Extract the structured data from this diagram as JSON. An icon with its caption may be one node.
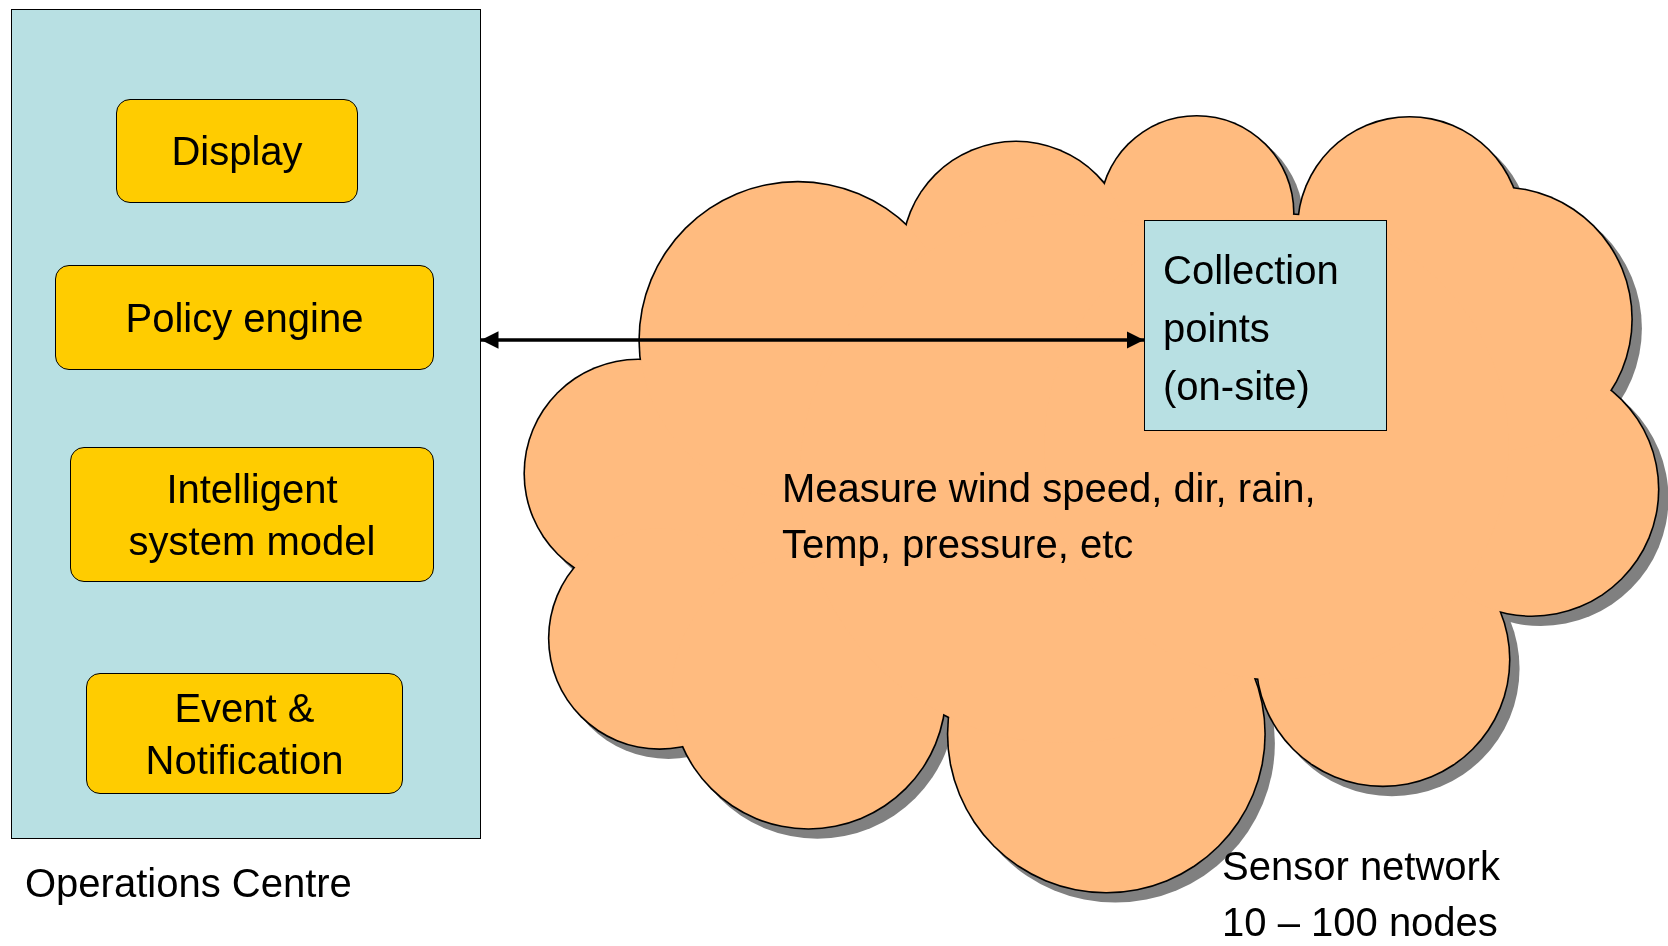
{
  "diagram": {
    "nodes": [
      {
        "text": [
          "Operations Centre"
        ]
      },
      {
        "text": [
          "Display"
        ],
        "in": 0
      },
      {
        "text": [
          "Policy engine"
        ],
        "in": 0
      },
      {
        "text": [
          "Intelligent system model"
        ],
        "in": 0
      },
      {
        "text": [
          "Event & Notification"
        ],
        "in": 0
      },
      {
        "text": [
          "Measure wind speed, dir, rain, Temp, pressure, etc",
          "Sensor network 10 – 100 nodes"
        ]
      },
      {
        "text": [
          "Collection points (on-site)"
        ],
        "in": 5
      }
    ],
    "edges": [
      {
        "from": 0,
        "to": 6,
        "arrow": "both"
      }
    ]
  }
}
